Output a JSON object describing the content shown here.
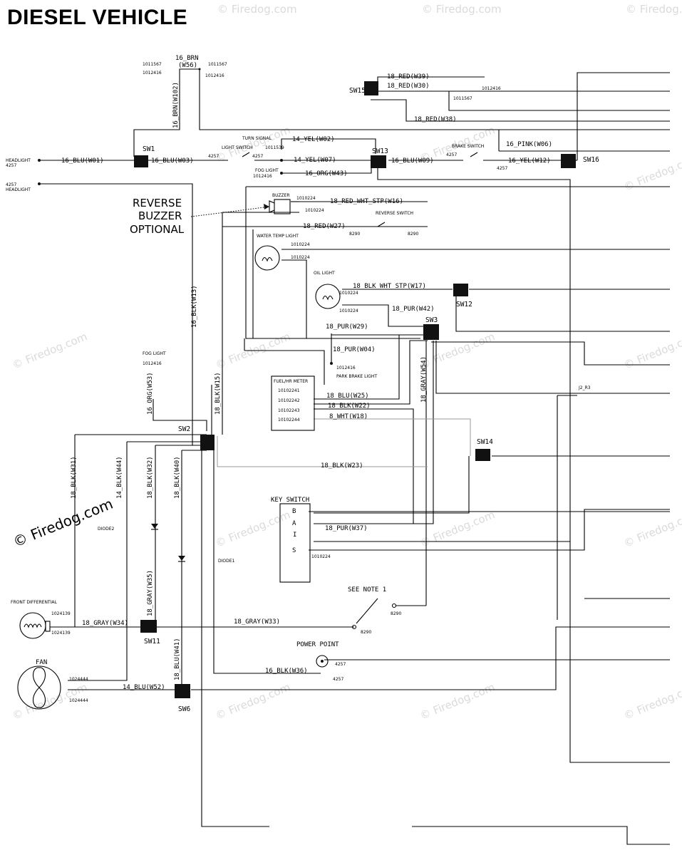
{
  "title": "DIESEL VEHICLE",
  "watermark": "© Firedog.com",
  "watermark_main": "© Firedog.com",
  "labels": {
    "reverse_buzzer": [
      "REVERSE",
      "BUZZER",
      "OPTIONAL"
    ],
    "headlight_left_top": [
      "HEADLIGHT",
      "4257"
    ],
    "headlight_left_bottom": [
      "4257",
      "HEADLIGHT"
    ],
    "turn_signal": "TURN SIGNAL",
    "light_switch": "LIGHT SWITCH",
    "fog_light_top": "FOG LIGHT",
    "brake_switch": "BRAKE SWITCH",
    "buzzer": "BUZZER",
    "reverse_switch": "REVERSE SWITCH",
    "water_temp_light": "WATER TEMP LIGHT",
    "oil_light": "OIL LIGHT",
    "fog_light_left": "FOG LIGHT",
    "park_brake_light": "PARK BRAKE LIGHT",
    "fuel_hr_meter": "FUEL/HR METER",
    "key_switch": "KEY SWITCH",
    "key_letters": [
      "B",
      "A",
      "I",
      "S"
    ],
    "see_note": "SEE NOTE 1",
    "power_point": "POWER POINT",
    "front_differential": "FRONT DIFFERENTIAL",
    "fan": "FAN",
    "diode1": "DIODE1",
    "diode2": "DIODE2",
    "j2r3": "J2_R3"
  },
  "switches": {
    "sw1": "SW1",
    "sw2": "SW2",
    "sw3": "SW3",
    "sw6": "SW6",
    "sw11": "SW11",
    "sw12": "SW12",
    "sw13": "SW13",
    "sw14": "SW14",
    "sw15": "SW15",
    "sw16": "SW16"
  },
  "wires": {
    "w56": [
      "16_BRN",
      "(W56)"
    ],
    "w102": "16_BRN(W102)",
    "w01": "16_BLU(W01)",
    "w03": "16_BLU(W03)",
    "w02": "14_YEL(W02)",
    "w07": "14_YEL(W07)",
    "w43": "16_ORG(W43)",
    "w09": "16_BLU(W09)",
    "w06": "16_PINK(W06)",
    "w12": "16_YEL(W12)",
    "w39": "18_RED(W39)",
    "w30": "18_RED(W30)",
    "w38": "18_RED(W38)",
    "w16": "18_RED_WHT_STP(W16)",
    "w27": "18_RED(W27)",
    "w17": "18_BLK_WHT_STP(W17)",
    "w42": "18_PUR(W42)",
    "w29": "18_PUR(W29)",
    "w04": "18_PUR(W04)",
    "w54": "18_GRAY(W54)",
    "w25": "18_BLU(W25)",
    "w22": "18_BLK(W22)",
    "w18": "8_WHT(W18)",
    "w13": "16_BLK(W13)",
    "w15": "18_BLK(W15)",
    "w53": "16_ORG(W53)",
    "w23": "18_BLK(W23)",
    "w31": "18_BLK(W31)",
    "w44": "14_BLK(W44)",
    "w32": "18_BLK(W32)",
    "w40": "18_BLK(W40)",
    "w35": "18_GRAY(W35)",
    "w41": "18_BLU(W41)",
    "w37": "18_PUR(W37)",
    "w34": "18_GRAY(W34)",
    "w33": "18_GRAY(W33)",
    "w36": "16_BLK(W36)",
    "w52": "14_BLU(W52)"
  },
  "part_numbers": {
    "p1011567a": "1011567",
    "p1012416a": "1012416",
    "p1011567b": "1011567",
    "p1012416b": "1012416",
    "p1012416c": "1012416",
    "p1011567c": "1011567",
    "p4257a": "4257",
    "p4257b": "4257",
    "p1011539": "1011539",
    "p1012416d": "1012416",
    "p4257c": "4257",
    "p4257d": "4257",
    "p1010224a": "1010224",
    "p1010224b": "1010224",
    "p8290a": "8290",
    "p8290b": "8290",
    "p1010224c": "1010224",
    "p1010224d": "1010224",
    "p1010224e": "1010224",
    "p1010224f": "1010224",
    "p1012416e": "1012416",
    "p1012416f": "1012416",
    "m1": "10102241",
    "m2": "10102242",
    "m3": "10102243",
    "m4": "10102244",
    "p1010224g": "1010224",
    "p8290c": "8290",
    "p8290d": "8290",
    "p1024139a": "1024139",
    "p1024139b": "1024139",
    "p4257e": "4257",
    "p4257f": "4257",
    "p1024444a": "1024444",
    "p1024444b": "1024444"
  }
}
